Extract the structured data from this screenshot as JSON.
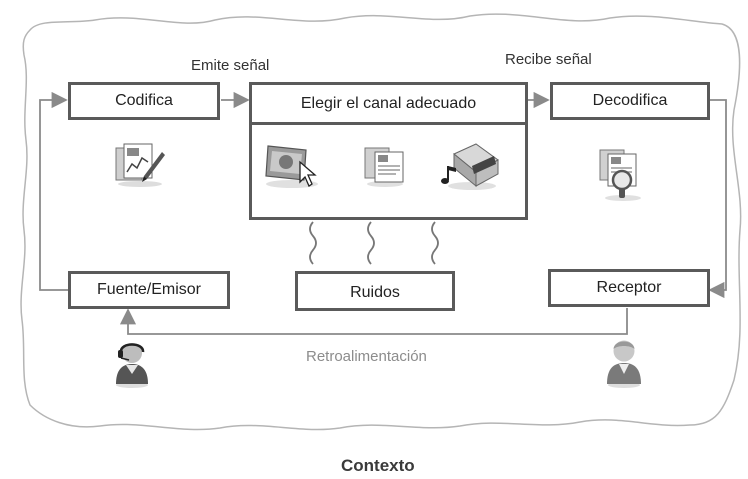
{
  "diagram": {
    "boxes": {
      "codifica": "Codifica",
      "canal": "Elegir el canal adecuado",
      "decodifica": "Decodifica",
      "fuente": "Fuente/Emisor",
      "ruidos": "Ruidos",
      "receptor": "Receptor"
    },
    "labels": {
      "emite": "Emite señal",
      "recibe": "Recibe  señal",
      "retro": "Retroalimentación",
      "contexto": "Contexto"
    },
    "icons": {
      "codifica": "document-chart-edit-icon",
      "canal_1": "computer-screen-cursor-icon",
      "canal_2": "documents-icon",
      "canal_3": "multimedia-music-film-icon",
      "decodifica": "document-magnifier-icon",
      "emisor": "person-headset-icon",
      "receptor": "person-icon"
    },
    "colors": {
      "border": "#5a5a5a",
      "arrow": "#8a8a8a",
      "retro_text": "#8c8c8c"
    }
  }
}
